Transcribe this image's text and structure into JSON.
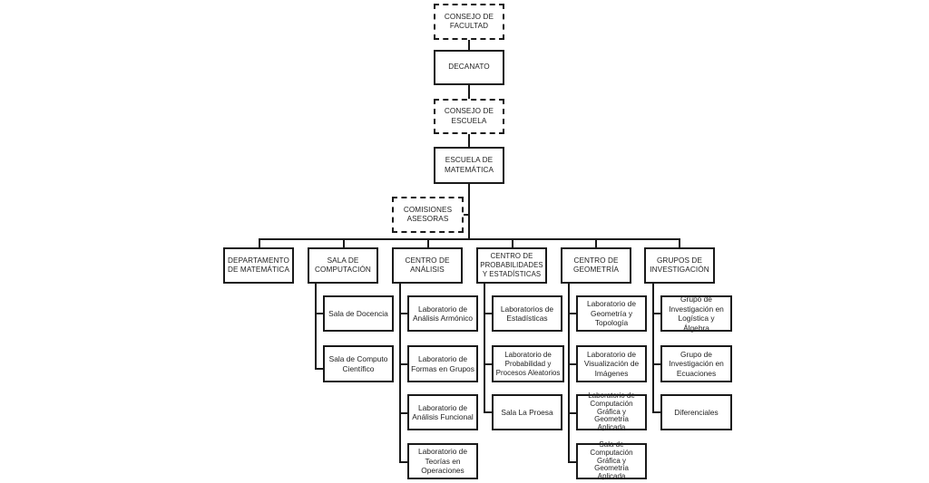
{
  "title": "Organigrama Escuela de Matemática",
  "top_chain": [
    {
      "id": "consejo-facultad",
      "label": "CONSEJO DE FACULTAD",
      "style": "dashed"
    },
    {
      "id": "decanato",
      "label": "DECANATO",
      "style": "solid"
    },
    {
      "id": "consejo-escuela",
      "label": "CONSEJO DE ESCUELA",
      "style": "dashed"
    },
    {
      "id": "escuela-matematica",
      "label": "ESCUELA DE MATEMÁTICA",
      "style": "solid"
    }
  ],
  "advisory": {
    "id": "comisiones-asesoras",
    "label": "COMISIONES ASESORAS",
    "style": "dashed"
  },
  "units": [
    {
      "id": "departamento-matematica",
      "label": "DEPARTAMENTO DE MATEMÁTICA",
      "children": []
    },
    {
      "id": "sala-computacion",
      "label": "SALA DE COMPUTACIÓN",
      "children": [
        "Sala de Docencia",
        "Sala de Computo Científico"
      ]
    },
    {
      "id": "centro-analisis",
      "label": "CENTRO DE ANÁLISIS",
      "children": [
        "Laboratorio de Análisis Armónico",
        "Laboratorio de Formas en Grupos",
        "Laboratorio de Análisis Funcional",
        "Laboratorio de Teorías en Operaciones"
      ]
    },
    {
      "id": "centro-probabilidades",
      "label": "CENTRO DE PROBABILIDADES Y ESTADÍSTICAS",
      "children": [
        "Laboratorios de Estadísticas",
        "Laboratorio de Probabilidad y Procesos Aleatorios",
        "Sala La Proesa"
      ]
    },
    {
      "id": "centro-geometria",
      "label": "CENTRO DE GEOMETRÍA",
      "children": [
        "Laboratorio de Geometría y Topología",
        "Laboratorio de Visualización de Imágenes",
        "Laboratorio de Computación Gráfica y Geometría Aplicada",
        "Sala de Computación Gráfica y Geometría Aplicada"
      ]
    },
    {
      "id": "grupos-investigacion",
      "label": "GRUPOS DE INVESTIGACIÓN",
      "children": [
        "Grupo de Investigación en Logística y Álgebra",
        "Grupo de Investigación en Ecuaciones",
        "Diferenciales"
      ]
    }
  ]
}
